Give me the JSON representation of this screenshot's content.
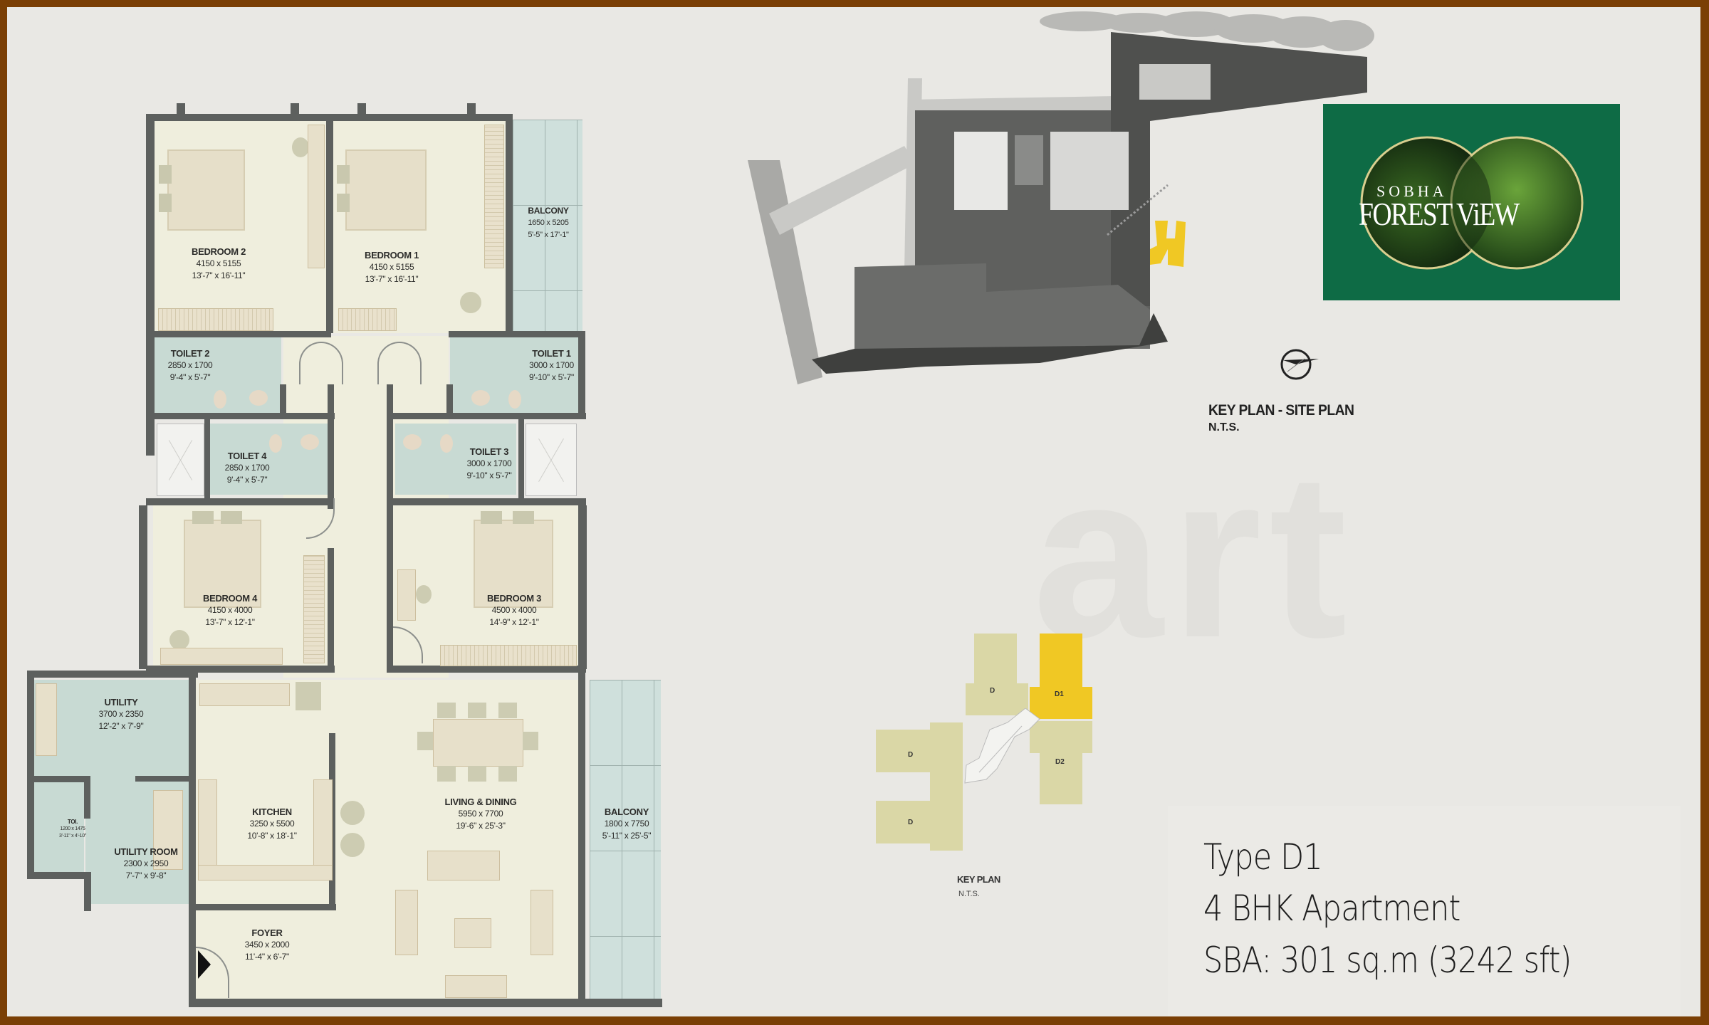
{
  "document": {
    "frame_color": "#7a3f05",
    "background_color": "#e9e8e4"
  },
  "floor_plan": {
    "rooms": [
      {
        "id": "bedroom2",
        "name": "BEDROOM 2",
        "metric": "4150 x 5155",
        "imperial": "13'-7\" x 16'-11\""
      },
      {
        "id": "bedroom1",
        "name": "BEDROOM 1",
        "metric": "4150 x 5155",
        "imperial": "13'-7\" x 16'-11\""
      },
      {
        "id": "balcony1",
        "name": "BALCONY",
        "metric": "1650 x 5205",
        "imperial": "5'-5\" x 17'-1\""
      },
      {
        "id": "toilet2",
        "name": "TOILET 2",
        "metric": "2850 x 1700",
        "imperial": "9'-4\" x 5'-7\""
      },
      {
        "id": "toilet1",
        "name": "TOILET 1",
        "metric": "3000 x 1700",
        "imperial": "9'-10\" x 5'-7\""
      },
      {
        "id": "toilet4",
        "name": "TOILET 4",
        "metric": "2850 x 1700",
        "imperial": "9'-4\" x 5'-7\""
      },
      {
        "id": "toilet3",
        "name": "TOILET 3",
        "metric": "3000 x 1700",
        "imperial": "9'-10\" x 5'-7\""
      },
      {
        "id": "bedroom4",
        "name": "BEDROOM 4",
        "metric": "4150 x 4000",
        "imperial": "13'-7\" x 12'-1\""
      },
      {
        "id": "bedroom3",
        "name": "BEDROOM 3",
        "metric": "4500 x 4000",
        "imperial": "14'-9\" x 12'-1\""
      },
      {
        "id": "utility",
        "name": "UTILITY",
        "metric": "3700 x 2350",
        "imperial": "12'-2\" x 7'-9\""
      },
      {
        "id": "toilet_small",
        "name": "TOI.",
        "metric": "1200 x 1475",
        "imperial": "3'-11\" x 4'-10\""
      },
      {
        "id": "utility_room",
        "name": "UTILITY ROOM",
        "metric": "2300 x 2950",
        "imperial": "7'-7\" x 9'-8\""
      },
      {
        "id": "kitchen",
        "name": "KITCHEN",
        "metric": "3250 x 5500",
        "imperial": "10'-8\" x 18'-1\""
      },
      {
        "id": "living_dining",
        "name": "LIVING & DINING",
        "metric": "5950 x 7700",
        "imperial": "19'-6\" x 25'-3\""
      },
      {
        "id": "balcony2",
        "name": "BALCONY",
        "metric": "1800 x 7750",
        "imperial": "5'-11\" x 25'-5\""
      },
      {
        "id": "foyer",
        "name": "FOYER",
        "metric": "3450 x 2000",
        "imperial": "11'-4\" x 6'-7\""
      }
    ],
    "entry_icon": "entry-arrow-icon"
  },
  "site_plan": {
    "title": "KEY PLAN  - SITE PLAN",
    "scale_note": "N.T.S.",
    "highlight_color": "#f0c824",
    "compass_icon": "north-arrow-icon"
  },
  "logo": {
    "brand": "SOBHA",
    "project": "FOREST ViEW",
    "background_color": "#0e6b45"
  },
  "key_plan": {
    "title": "KEY PLAN",
    "scale_note": "N.T.S.",
    "blocks": [
      {
        "label": "D",
        "selected": false
      },
      {
        "label": "D1",
        "selected": true
      },
      {
        "label": "D2",
        "selected": false
      },
      {
        "label": "D",
        "selected": false
      },
      {
        "label": "D",
        "selected": false
      }
    ],
    "selected_color": "#f0c824",
    "block_color": "#dad7a6"
  },
  "unit_info": {
    "type": "Type D1",
    "configuration": "4 BHK Apartment",
    "area": "SBA: 301 sq.m (3242 sft)"
  }
}
